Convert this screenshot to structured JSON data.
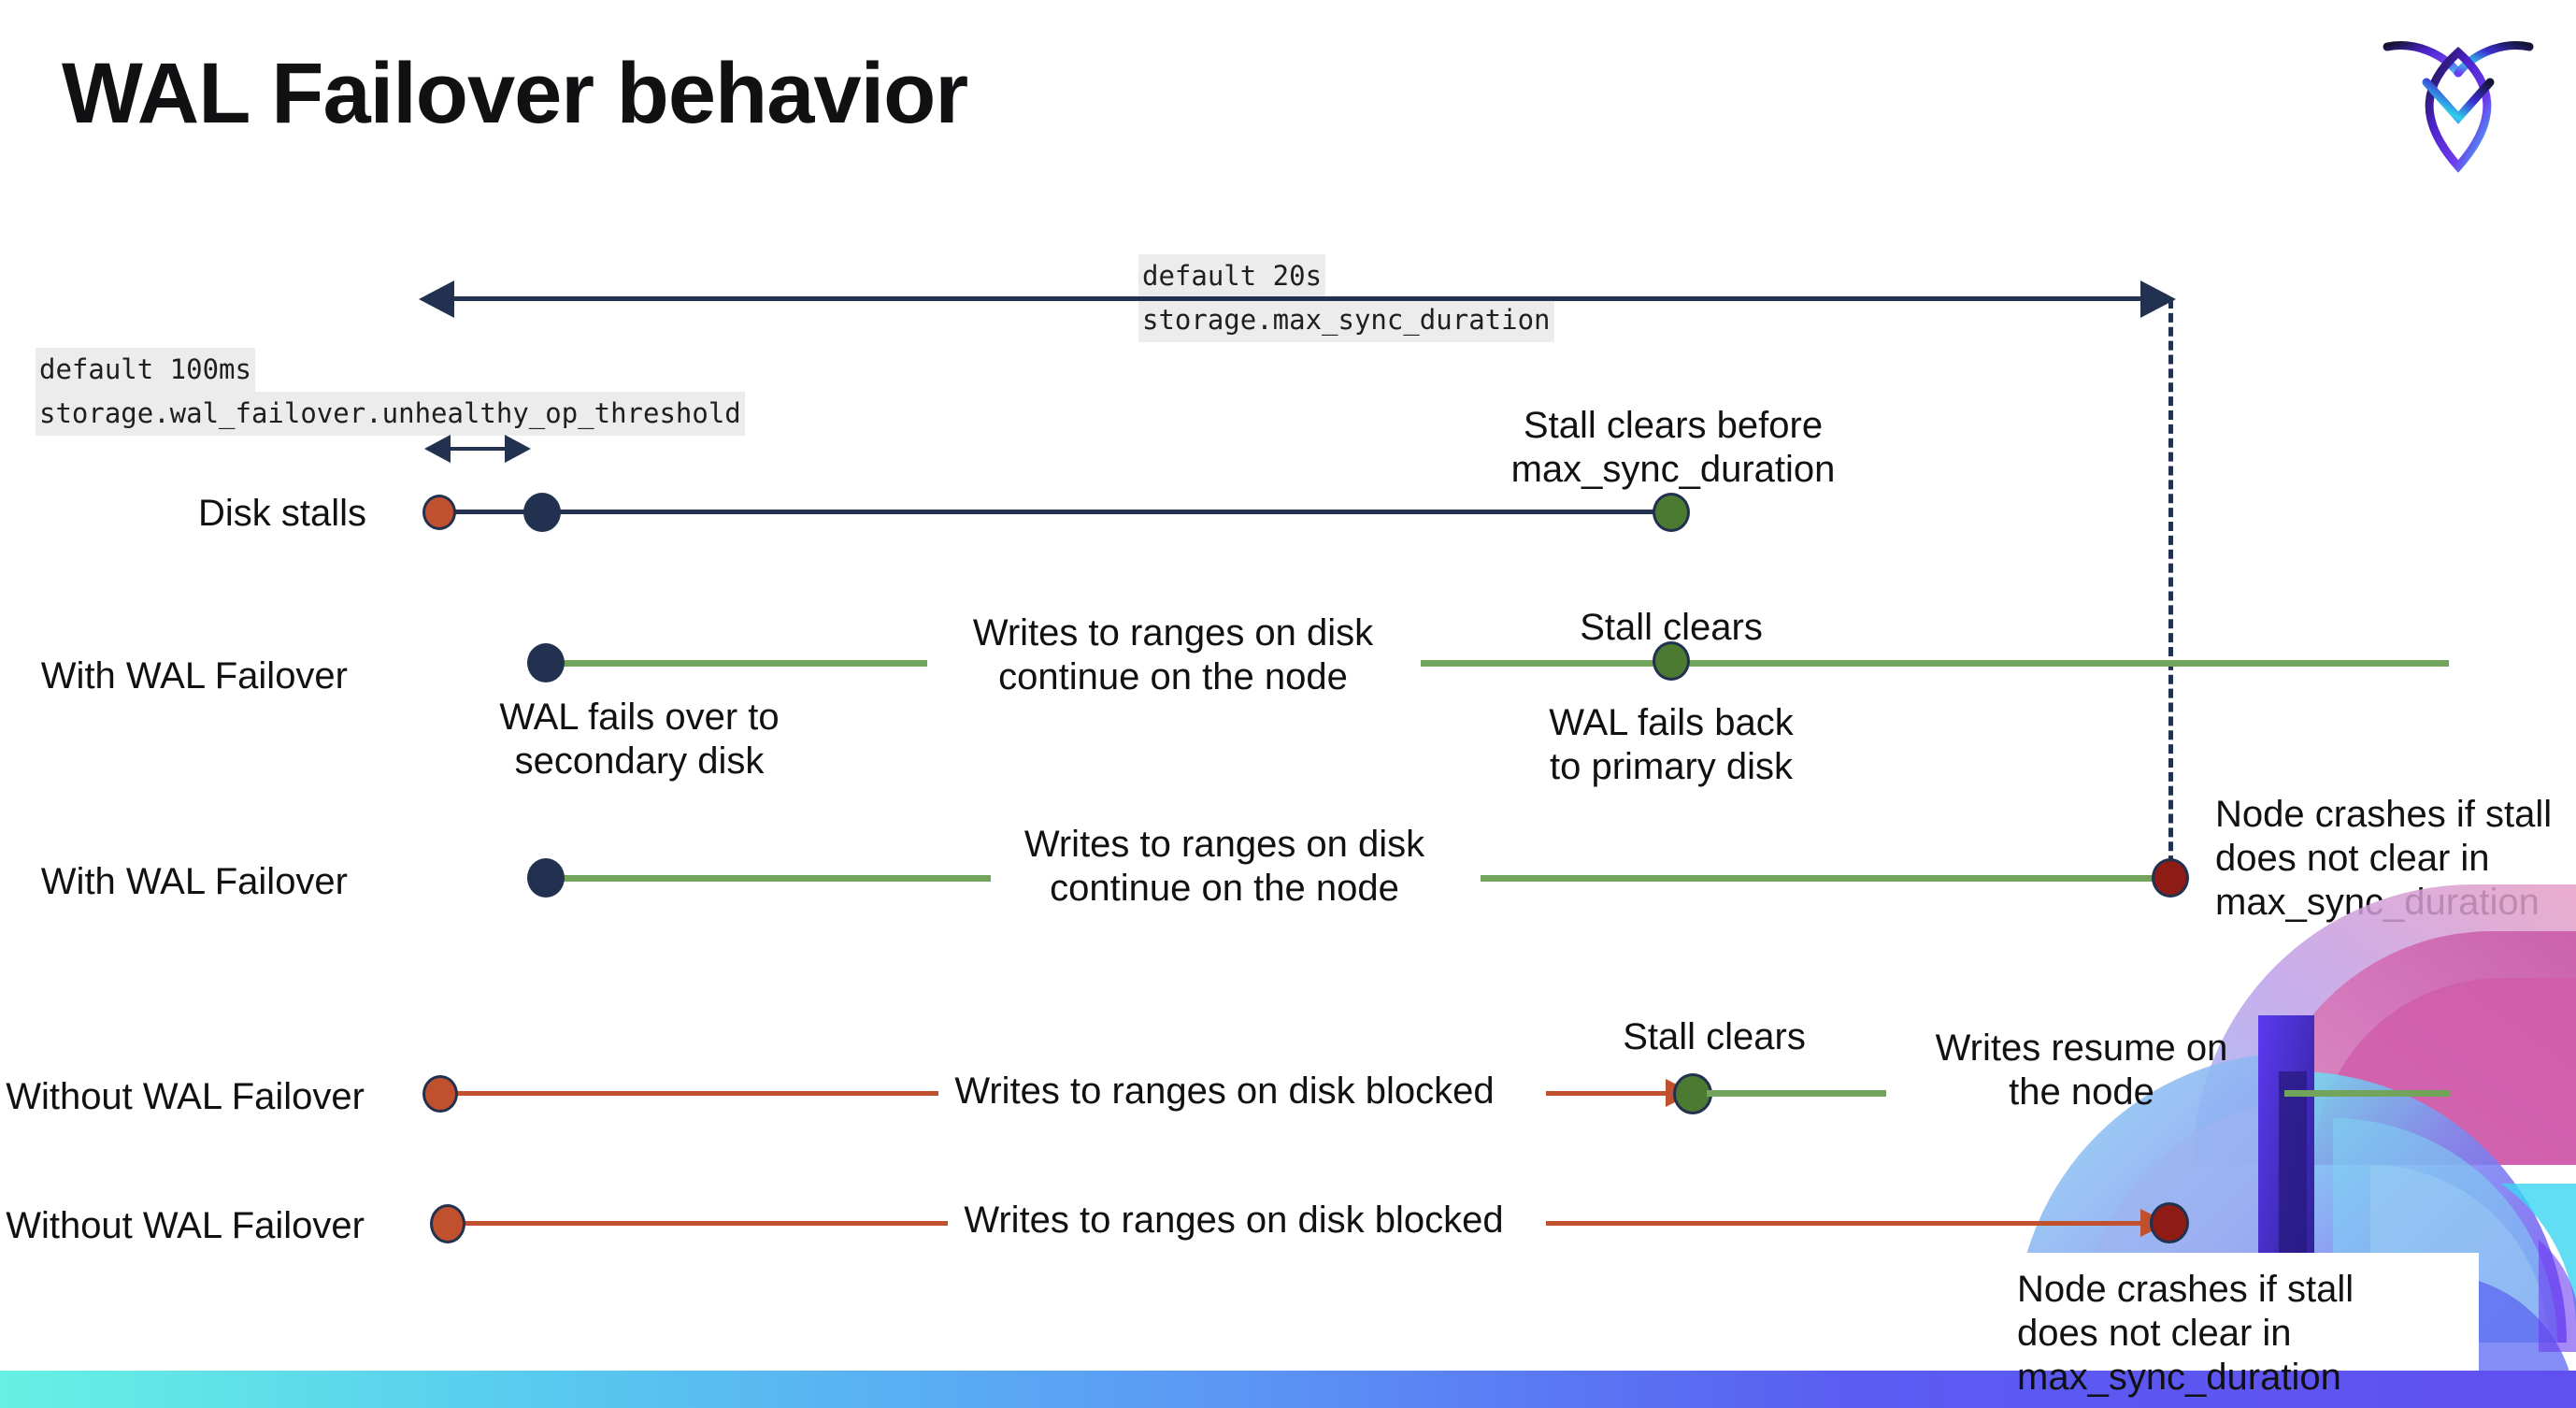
{
  "slide": {
    "title": "WAL Failover behavior",
    "logo_name": "cockroachdb-logo"
  },
  "settings": {
    "max_sync_duration": {
      "default_label": "default 20s",
      "setting_name": "storage.max_sync_duration"
    },
    "unhealthy_op_threshold": {
      "default_label": "default 100ms",
      "setting_name": "storage.wal_failover.unhealthy_op_threshold"
    }
  },
  "rows": [
    {
      "label": "Disk stalls",
      "annotation_top": "Stall clears before\nmax_sync_duration"
    },
    {
      "label": "With WAL Failover",
      "annotation_mid": "Writes to ranges on disk\ncontinue on the node",
      "annotation_top": "Stall clears",
      "annotation_below_start": "WAL fails over to\nsecondary disk",
      "annotation_below_clear": "WAL fails  back\nto primary disk"
    },
    {
      "label": "With WAL Failover",
      "annotation_mid": "Writes to ranges on disk\ncontinue on the node",
      "annotation_right": "Node crashes if stall\ndoes not clear in\nmax_sync_duration"
    },
    {
      "label": "Without WAL Failover",
      "annotation_mid": "Writes to ranges on disk  blocked",
      "annotation_top": "Stall clears",
      "annotation_right": "Writes resume on\nthe node"
    },
    {
      "label": "Without WAL Failover",
      "annotation_mid": "Writes to ranges on disk  blocked",
      "annotation_right": "Node crashes if stall\ndoes not clear in\nmax_sync_duration"
    }
  ],
  "colors": {
    "navy": "#22314f",
    "green_line": "#72a45b",
    "green_dot": "#4b7a30",
    "orange": "#c1512e",
    "dark_red": "#8e1c15",
    "code_bg": "#ececec"
  }
}
